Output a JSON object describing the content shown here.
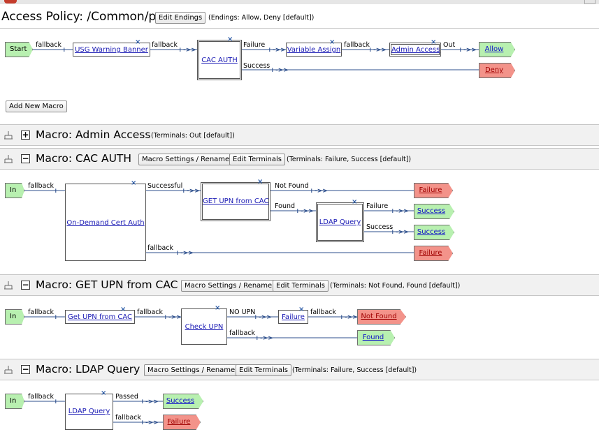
{
  "header": {
    "title": "Access Policy: /Common/pua",
    "edit_endings": "Edit Endings",
    "endings_note": "(Endings: Allow, Deny [default])"
  },
  "main_flow": {
    "start": "Start",
    "usg": "USG Warning Banner",
    "cac_auth": "CAC AUTH",
    "variable_assign": "Variable Assign",
    "admin_access": "Admin Access",
    "allow": "Allow",
    "deny": "Deny",
    "fallback": "fallback",
    "failure": "Failure",
    "success": "Success",
    "out": "Out"
  },
  "add_macro": "Add New Macro",
  "macro_admin": {
    "title": "Macro: Admin Access",
    "terminals": "(Terminals: Out [default])"
  },
  "macro_cac": {
    "title": "Macro: CAC AUTH",
    "settings": "Macro Settings / Rename",
    "edit_terminals": "Edit Terminals",
    "terminals": "(Terminals: Failure, Success [default])",
    "in": "In",
    "on_demand": "On-Demand Cert Auth",
    "get_upn": "GET UPN from CAC",
    "ldap": "LDAP Query",
    "fallback": "fallback",
    "successful": "Successful",
    "not_found": "Not Found",
    "found": "Found",
    "failure_lbl": "Failure",
    "success_lbl": "Success",
    "end_failure1": "Failure",
    "end_success1": "Success",
    "end_success2": "Success",
    "end_failure2": "Failure"
  },
  "macro_getupn": {
    "title": "Macro: GET UPN from CAC",
    "settings": "Macro Settings / Rename",
    "edit_terminals": "Edit Terminals",
    "terminals": "(Terminals: Not Found, Found [default])",
    "in": "In",
    "get_upn": "Get UPN from CAC",
    "check_upn": "Check UPN",
    "failure_box": "Failure",
    "fallback": "fallback",
    "no_upn": "NO UPN",
    "end_not_found": "Not Found",
    "end_found": "Found"
  },
  "macro_ldap": {
    "title": "Macro: LDAP Query",
    "settings": "Macro Settings / Rename",
    "edit_terminals": "Edit Terminals",
    "terminals": "(Terminals: Failure, Success [default])",
    "in": "In",
    "ldap": "LDAP Query",
    "fallback": "fallback",
    "passed": "Passed",
    "end_success": "Success",
    "end_failure": "Failure"
  }
}
